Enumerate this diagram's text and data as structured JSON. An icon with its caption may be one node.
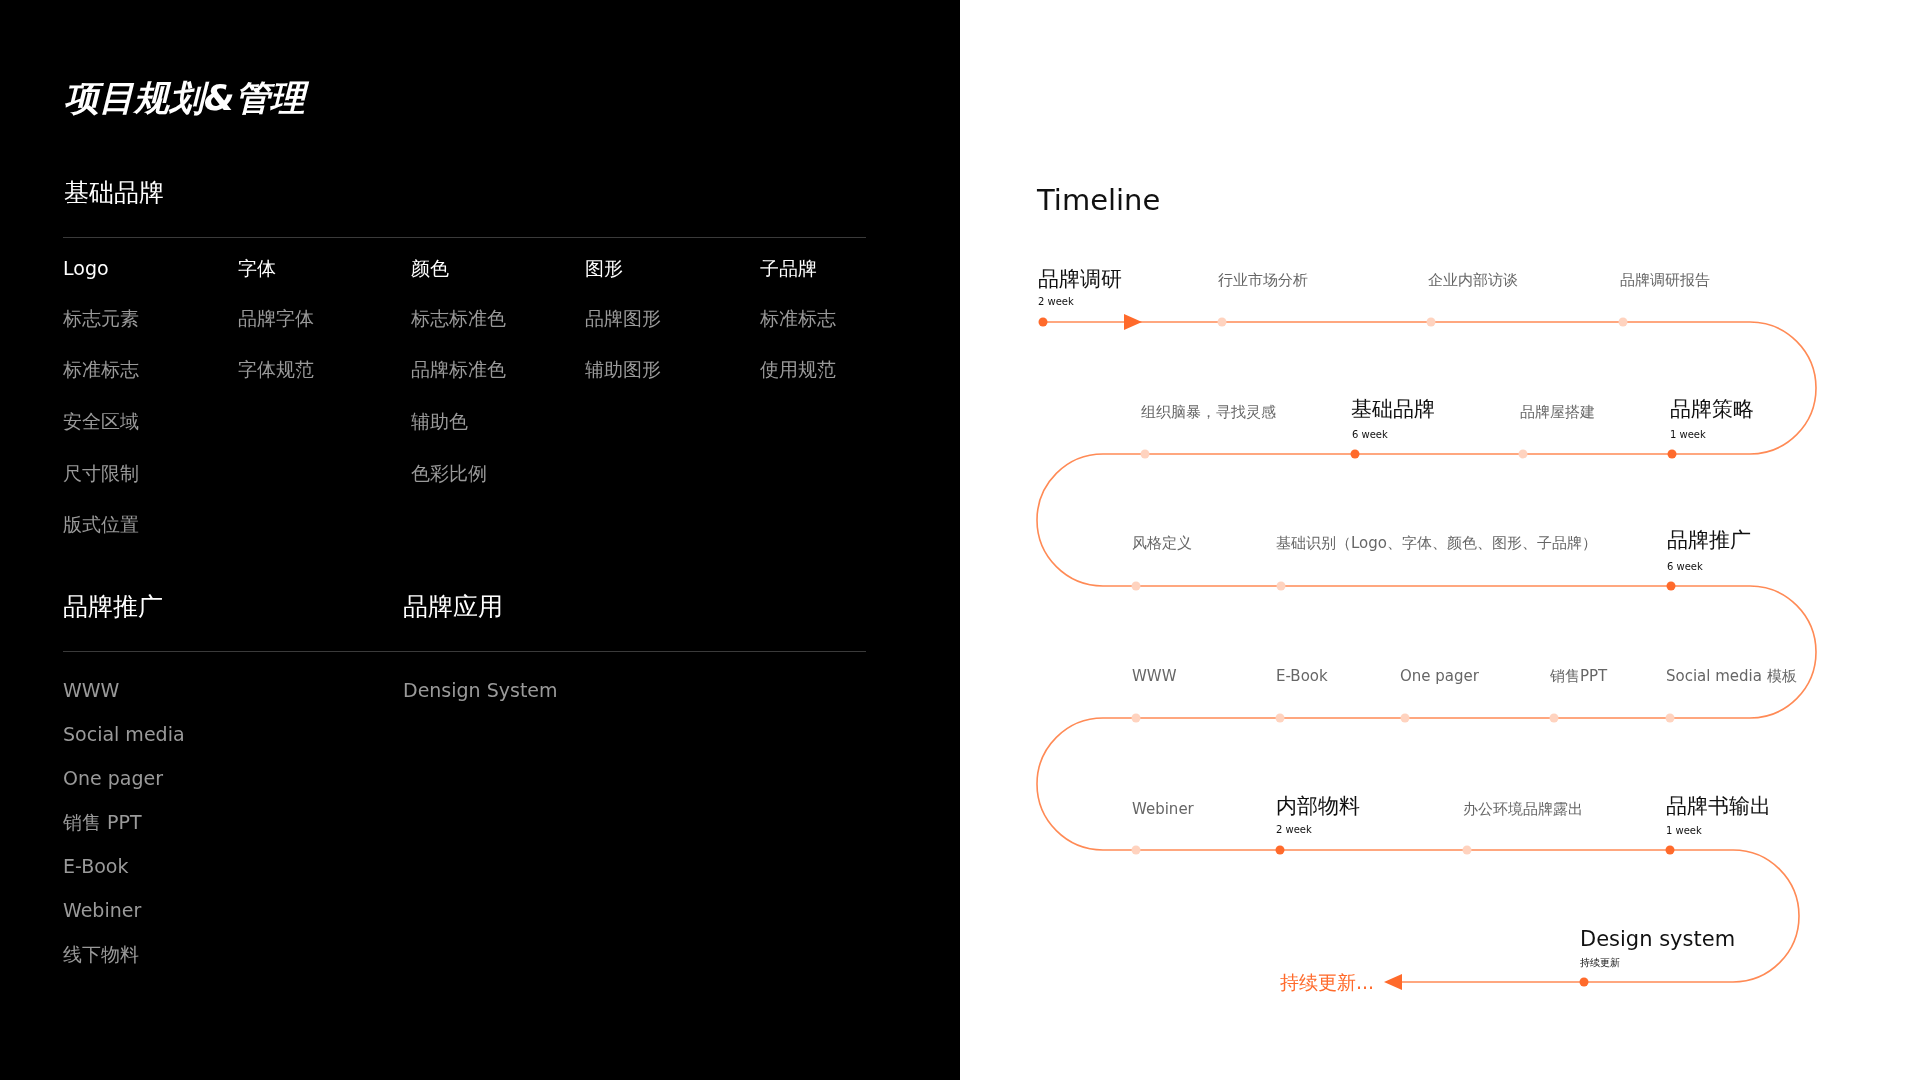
{
  "diagram": {
    "title": "项目规划&管理",
    "labels": [
      "基础品牌",
      "Logo",
      "字体",
      "颜色",
      "图形",
      "子品牌",
      "标志元素",
      "品牌字体",
      "标志标准色",
      "品牌图形",
      "标准标志",
      "标准标志",
      "字体规范",
      "品牌标准色",
      "辅助图形",
      "使用规范",
      "安全区域",
      "辅助色",
      "尺寸限制",
      "色彩比例",
      "版式位置",
      "品牌推广",
      "品牌应用",
      "WWW",
      "Densign System",
      "Social media",
      "One pager",
      "销售 PPT",
      "E-Book",
      "Webiner",
      "线下物料",
      "Timeline",
      "品牌调研",
      "2 week",
      "行业市场分析",
      "企业内部访谈",
      "品牌调研报告",
      "组织脑暴，寻找灵感",
      "基础品牌",
      "6 week",
      "品牌屋搭建",
      "品牌策略",
      "1 week",
      "风格定义",
      "基础识别（Logo、字体、颜色、图形、子品牌）",
      "品牌推广",
      "6 week",
      "WWW",
      "E-Book",
      "One pager",
      "销售PPT",
      "Social media 模板",
      "Webiner",
      "内部物料",
      "2 week",
      "办公环境品牌露出",
      "品牌书输出",
      "1 week",
      "Design system",
      "持续更新",
      "持续更新..."
    ]
  }
}
